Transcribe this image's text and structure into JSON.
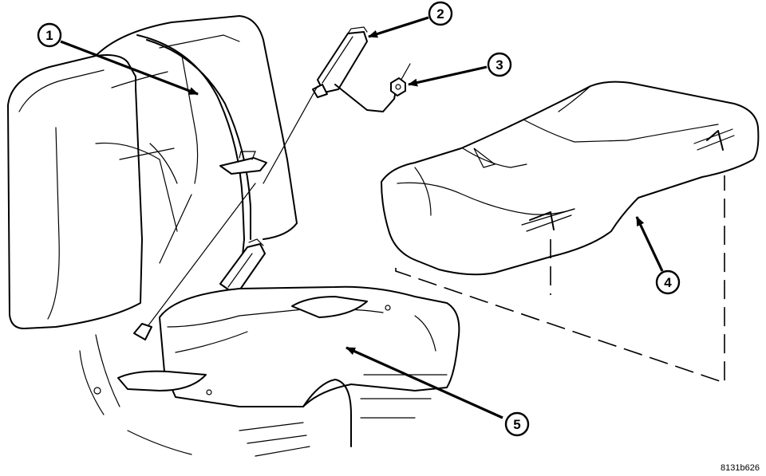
{
  "callouts": [
    {
      "id": "1",
      "label": "1"
    },
    {
      "id": "2",
      "label": "2"
    },
    {
      "id": "3",
      "label": "3"
    },
    {
      "id": "4",
      "label": "4"
    },
    {
      "id": "5",
      "label": "5"
    }
  ],
  "figure_id": "8131b626",
  "parts": [
    {
      "callout": "1",
      "icon": "seat-belt-webbing-icon"
    },
    {
      "callout": "2",
      "icon": "seat-belt-buckle-icon"
    },
    {
      "callout": "3",
      "icon": "retaining-nut-icon"
    },
    {
      "callout": "4",
      "icon": "seat-cushion-icon"
    },
    {
      "callout": "5",
      "icon": "seat-base-floor-pan-icon"
    }
  ]
}
